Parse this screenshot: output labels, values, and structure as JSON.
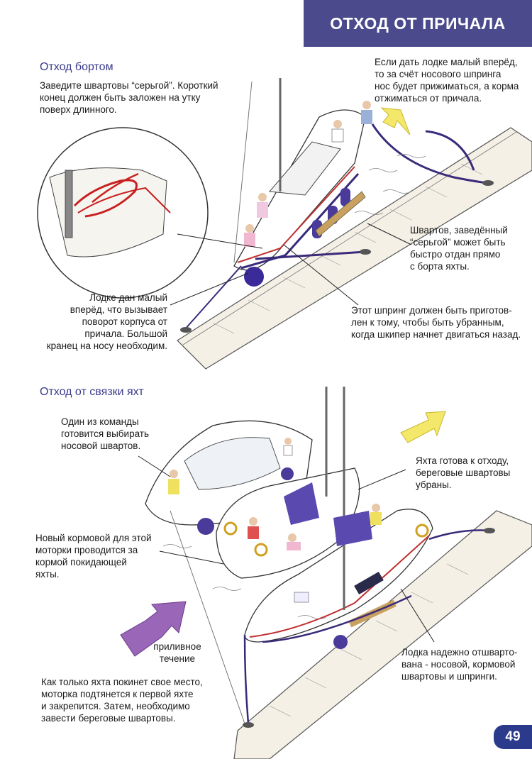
{
  "header": {
    "title": "ОТХОД ОТ ПРИЧАЛА"
  },
  "section1": {
    "title": "Отход бортом",
    "intro": "Заведите швартовы “серьгой”. Короткий\nконец должен быть заложен на утку\nповерх длинного.",
    "note_top_right": "Если дать лодке малый вперёд,\nто за счёт носового шпринга\nнос будет прижиматься, а корма\nотжиматься от причала.",
    "note_mooring": "Швартов, заведённый\n“серьгой” может быть\nбыстро отдан прямо\nс борта яхты.",
    "note_fender": "Лодке дан малый\nвперёд, что вызывает\nповорот корпуса от\nпричала. Большой\nкранец на носу необходим.",
    "note_spring": "Этот шпринг должен быть приготов-\nлен к тому, чтобы быть убранным,\nкогда шкипер начнет двигаться назад."
  },
  "section2": {
    "title": "Отход от связки яхт",
    "note_crew": "Один из команды\nготовится выбирать\nносовой швартов.",
    "note_ready": "Яхта готова к отходу,\nбереговые швартовы\nубраны.",
    "note_stern": "Новый кормовой для этой\nмоторки проводится за\nкормой покидающей\nяхты.",
    "note_moored": "Лодка надежно отшварто-\nвана - носовой, кормовой\nшвартовы и шпринги.",
    "note_current": "приливное\nтечение",
    "note_bottom": "Как только яхта покинет свое место,\nмоторка подтянется к первой яхте\nи закрепится. Затем, необходимо\nзавести береговые швартовы."
  },
  "page_number": "49",
  "colors": {
    "header_bg": "#4a4a8c",
    "section_title": "#3a3a8c",
    "arrow_yellow": "#f3e86a",
    "arrow_purple": "#9a66b8",
    "rope": "#3a2a7a",
    "page_badge": "#2c3a8c"
  }
}
